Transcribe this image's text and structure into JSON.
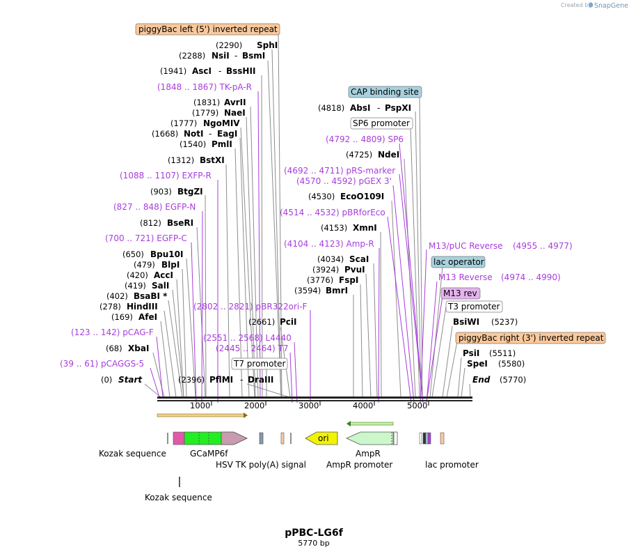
{
  "credit": {
    "created_by": "Created by",
    "app": "SnapGene"
  },
  "plasmid": {
    "name": "pPBC-LG6f",
    "length_label": "5770 bp"
  },
  "colors": {
    "primer": "#a83cdc",
    "orange_box": "#fbc99b",
    "blue_box": "#a7d2df",
    "purple_box": "#e4b3ef",
    "gcamp": "#22ee22",
    "ori": "#f3f300",
    "ampr": "#cbf7cb"
  },
  "icons": {
    "plasmid_map": "linear-sequence-map",
    "snapgene": "snapgene-logo-icon"
  },
  "axis": {
    "ticks": [
      "1000",
      "2000",
      "3000",
      "4000",
      "5000"
    ]
  },
  "features": {
    "kozak": "Kozak sequence",
    "gcamp": "GCaMP6f",
    "hsv": "HSV TK poly(A) signal",
    "ori": "ori",
    "ampr": "AmpR",
    "ampr_promoter": "AmpR promoter",
    "lac_promoter": "lac promoter",
    "kozak2": "Kozak sequence"
  },
  "labels": {
    "piggybac_left": "piggyBac left (5') inverted repeat",
    "sphi": {
      "pos": "(2290)",
      "name": "SphI"
    },
    "nsii": {
      "pos": "(2288)",
      "name": "NsiI",
      "sep": "-",
      "name2": "BsmI"
    },
    "asci": {
      "pos": "(1941)",
      "name": "AscI",
      "sep": "-",
      "name2": "BssHII"
    },
    "tkpar": {
      "text": "(1848 .. 1867)  TK-pA-R"
    },
    "avrii": {
      "pos": "(1831)",
      "name": "AvrII"
    },
    "naei": {
      "pos": "(1779)",
      "name": "NaeI"
    },
    "ngomiv": {
      "pos": "(1777)",
      "name": "NgoMIV"
    },
    "noti": {
      "pos": "(1668)",
      "name": "NotI",
      "sep": "-",
      "name2": "EagI"
    },
    "pmli": {
      "pos": "(1540)",
      "name": "PmlI"
    },
    "bstxi": {
      "pos": "(1312)",
      "name": "BstXI"
    },
    "exfpr": {
      "text": "(1088 .. 1107)  EXFP-R"
    },
    "btgzi": {
      "pos": "(903)",
      "name": "BtgZI"
    },
    "egfpn": {
      "text": "(827 .. 848)  EGFP-N"
    },
    "bseri": {
      "pos": "(812)",
      "name": "BseRI"
    },
    "egfpc": {
      "text": "(700 .. 721)  EGFP-C"
    },
    "bpu10i": {
      "pos": "(650)",
      "name": "Bpu10I"
    },
    "blpi": {
      "pos": "(479)",
      "name": "BlpI"
    },
    "acci": {
      "pos": "(420)",
      "name": "AccI"
    },
    "sali": {
      "pos": "(419)",
      "name": "SalI"
    },
    "bsabi": {
      "pos": "(402)",
      "name": "BsaBI *"
    },
    "hindiii": {
      "pos": "(278)",
      "name": "HindIII"
    },
    "afei": {
      "pos": "(169)",
      "name": "AfeI"
    },
    "pcagf": {
      "text": "(123 .. 142)  pCAG-F"
    },
    "xbai": {
      "pos": "(68)",
      "name": "XbaI"
    },
    "pcaggs5": {
      "text": "(39 .. 61)  pCAGGS-5"
    },
    "start": {
      "pos": "(0)",
      "name": "Start"
    },
    "pflmi": {
      "pos": "(2396)",
      "name": "PflMI",
      "sep": "-",
      "name2": "DraIII"
    },
    "pbr322": {
      "text": "(2802 .. 2821)  pBR322ori-F"
    },
    "pcii": {
      "pos": "(2661)",
      "name": "PciI"
    },
    "l4440": {
      "text": "(2551 .. 2568)  L4440"
    },
    "t7": {
      "text": "(2445 .. 2464)  T7"
    },
    "t7prom": "T7 promoter",
    "cap": "CAP binding site",
    "absi": {
      "pos": "(4818)",
      "name": "AbsI",
      "sep": "-",
      "name2": "PspXI"
    },
    "sp6prom": "SP6 promoter",
    "sp6": {
      "text": "(4792 .. 4809)  SP6"
    },
    "ndei": {
      "pos": "(4725)",
      "name": "NdeI"
    },
    "prsm": {
      "text": "(4692 .. 4711)  pRS-marker"
    },
    "pgex3": {
      "text": "(4570 .. 4592)  pGEX 3'"
    },
    "ecoo109i": {
      "pos": "(4530)",
      "name": "EcoO109I"
    },
    "pbrfor": {
      "text": "(4514 .. 4532)  pBRforEco"
    },
    "xmni": {
      "pos": "(4153)",
      "name": "XmnI"
    },
    "ampr_p": {
      "text": "(4104 .. 4123)  Amp-R"
    },
    "scai": {
      "pos": "(4034)",
      "name": "ScaI"
    },
    "pvui": {
      "pos": "(3924)",
      "name": "PvuI"
    },
    "fspi": {
      "pos": "(3776)",
      "name": "FspI"
    },
    "bmri": {
      "pos": "(3594)",
      "name": "BmrI"
    },
    "m13puc": {
      "name": "M13/pUC Reverse",
      "pos": "(4955 .. 4977)"
    },
    "lacop": "lac operator",
    "m13rev": {
      "name": "M13 Reverse",
      "pos": "(4974 .. 4990)"
    },
    "m13revbox": "M13 rev",
    "t3prom": "T3 promoter",
    "bsiwi": {
      "name": "BsiWI",
      "pos": "(5237)"
    },
    "piggybac_right": "piggyBac right (3') inverted repeat",
    "psii": {
      "name": "PsiI",
      "pos": "(5511)"
    },
    "spei": {
      "name": "SpeI",
      "pos": "(5580)"
    },
    "end": {
      "name": "End",
      "pos": "(5770)"
    }
  }
}
